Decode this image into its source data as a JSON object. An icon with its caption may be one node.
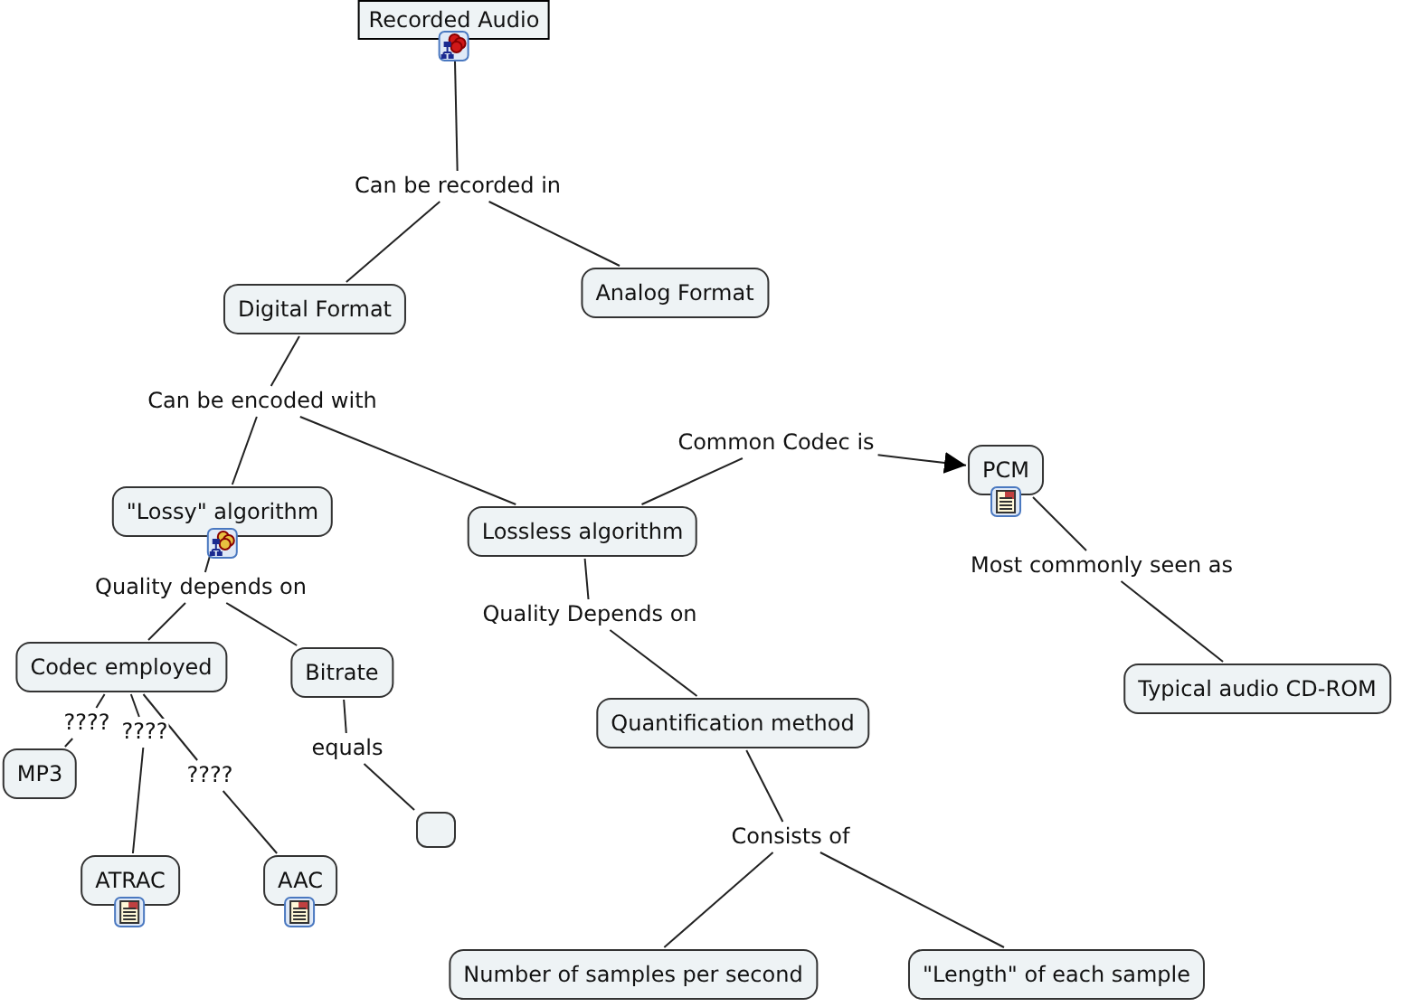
{
  "diagram": {
    "nodes": [
      {
        "text": [
          "Recorded Audio"
        ]
      },
      {
        "text": [
          "Can be recorded in"
        ]
      },
      {
        "text": [
          "Digital Format"
        ]
      },
      {
        "text": [
          "Analog Format"
        ]
      },
      {
        "text": [
          "Can be encoded with"
        ]
      },
      {
        "text": [
          "\"Lossy\" algorithm"
        ]
      },
      {
        "text": [
          "Lossless algorithm"
        ]
      },
      {
        "text": [
          "Common Codec is"
        ]
      },
      {
        "text": [
          "PCM"
        ]
      },
      {
        "text": [
          "Quality depends on"
        ]
      },
      {
        "text": [
          "Quality Depends on"
        ]
      },
      {
        "text": [
          "Most commonly seen as"
        ]
      },
      {
        "text": [
          "Codec employed"
        ]
      },
      {
        "text": [
          "Bitrate"
        ]
      },
      {
        "text": [
          "Quantification method"
        ]
      },
      {
        "text": [
          "Typical audio CD-ROM"
        ]
      },
      {
        "text": [
          "????"
        ]
      },
      {
        "text": [
          "????"
        ]
      },
      {
        "text": [
          "????"
        ]
      },
      {
        "text": [
          "MP3"
        ]
      },
      {
        "text": [
          "equals"
        ]
      },
      {
        "text": [],
        "shape": "box"
      },
      {
        "text": [
          "ATRAC"
        ]
      },
      {
        "text": [
          "AAC"
        ]
      },
      {
        "text": [
          "Consists of"
        ]
      },
      {
        "text": [
          "Number of samples per second"
        ]
      },
      {
        "text": [
          "\"Length\" of each sample"
        ]
      }
    ],
    "edges": [
      {
        "from": 0,
        "to": 1,
        "arrow": "none"
      },
      {
        "from": 1,
        "to": 2,
        "arrow": "none"
      },
      {
        "from": 1,
        "to": 3,
        "arrow": "none"
      },
      {
        "from": 2,
        "to": 4,
        "arrow": "none"
      },
      {
        "from": 4,
        "to": 5,
        "arrow": "none"
      },
      {
        "from": 4,
        "to": 6,
        "arrow": "none"
      },
      {
        "from": 6,
        "to": 7,
        "arrow": "none"
      },
      {
        "from": 7,
        "to": 8,
        "arrow": "to"
      },
      {
        "from": 5,
        "to": 9,
        "arrow": "none"
      },
      {
        "from": 9,
        "to": 12,
        "arrow": "none"
      },
      {
        "from": 9,
        "to": 13,
        "arrow": "none"
      },
      {
        "from": 6,
        "to": 10,
        "arrow": "none"
      },
      {
        "from": 10,
        "to": 14,
        "arrow": "none"
      },
      {
        "from": 8,
        "to": 11,
        "arrow": "none"
      },
      {
        "from": 11,
        "to": 15,
        "arrow": "none"
      },
      {
        "from": 12,
        "to": 16,
        "arrow": "none"
      },
      {
        "from": 16,
        "to": 19,
        "arrow": "none"
      },
      {
        "from": 12,
        "to": 17,
        "arrow": "none"
      },
      {
        "from": 17,
        "to": 22,
        "arrow": "none"
      },
      {
        "from": 12,
        "to": 18,
        "arrow": "none"
      },
      {
        "from": 18,
        "to": 23,
        "arrow": "none"
      },
      {
        "from": 13,
        "to": 20,
        "arrow": "none"
      },
      {
        "from": 20,
        "to": 21,
        "arrow": "none"
      },
      {
        "from": 14,
        "to": 24,
        "arrow": "none"
      },
      {
        "from": 24,
        "to": 25,
        "arrow": "none"
      },
      {
        "from": 24,
        "to": 26,
        "arrow": "none"
      }
    ]
  }
}
